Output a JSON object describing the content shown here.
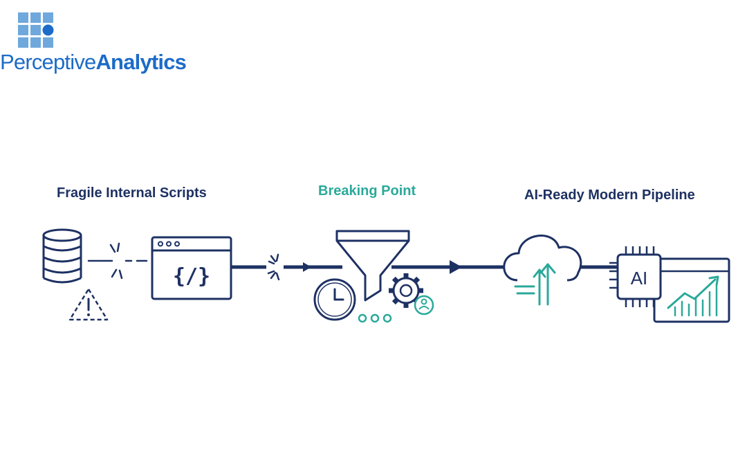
{
  "logo": {
    "part1": "Perceptive",
    "part2": "Analytics"
  },
  "stages": [
    {
      "title": "Fragile Internal Scripts"
    },
    {
      "title": "Breaking Point"
    },
    {
      "title": "AI-Ready Modern Pipeline"
    }
  ],
  "labels": {
    "code": "{/}",
    "ai": "AI"
  },
  "colors": {
    "navy": "#1e3163",
    "teal": "#2aa99a",
    "logo_blue": "#1d6bc8",
    "grid_blue": "#5b9bd9"
  }
}
